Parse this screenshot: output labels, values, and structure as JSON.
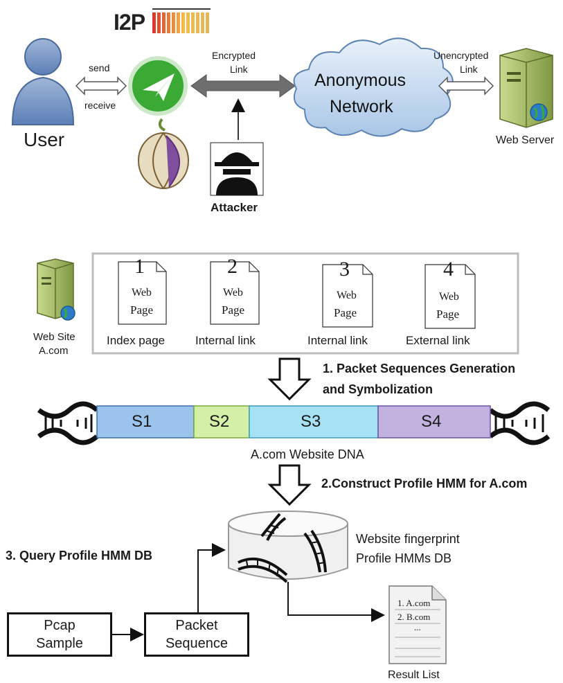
{
  "top": {
    "i2p_logo_text": "I2P",
    "user_label": "User",
    "send_label": "send",
    "receive_label": "receive",
    "encrypted_label_line1": "Encrypted",
    "encrypted_label_line2": "Link",
    "anonymous_line1": "Anonymous",
    "anonymous_line2": "Network",
    "unencrypted_label_line1": "Unencrypted",
    "unencrypted_label_line2": "Link",
    "web_server_label": "Web Server",
    "attacker_label": "Attacker"
  },
  "website": {
    "site_label_line1": "Web Site",
    "site_label_line2": "A.com",
    "pages": [
      {
        "number": "1",
        "line1": "Web",
        "line2": "Page",
        "caption": "Index page"
      },
      {
        "number": "2",
        "line1": "Web",
        "line2": "Page",
        "caption": "Internal link"
      },
      {
        "number": "3",
        "line1": "Web",
        "line2": "Page",
        "caption": "Internal link"
      },
      {
        "number": "4",
        "line1": "Web",
        "line2": "Page",
        "caption": "External link"
      }
    ]
  },
  "steps": {
    "step1_line1": "1. Packet Sequences Generation",
    "step1_line2": "and Symbolization",
    "step2": "2.Construct Profile HMM for A.com",
    "step3": "3. Query Profile HMM DB"
  },
  "dna": {
    "segments": [
      {
        "label": "S1",
        "color": "#9cc3ec"
      },
      {
        "label": "S2",
        "color": "#d4f0a8"
      },
      {
        "label": "S3",
        "color": "#a6e2f3"
      },
      {
        "label": "S4",
        "color": "#c3b2e0"
      }
    ],
    "caption": "A.com Website DNA"
  },
  "db": {
    "label_line1": "Website fingerprint",
    "label_line2": "Profile HMMs DB"
  },
  "bottom": {
    "pcap_line1": "Pcap",
    "pcap_line2": "Sample",
    "packet_line1": "Packet",
    "packet_line2": "Sequence",
    "result_items": [
      "1. A.com",
      "2. B.com",
      "..."
    ],
    "result_label": "Result List"
  }
}
